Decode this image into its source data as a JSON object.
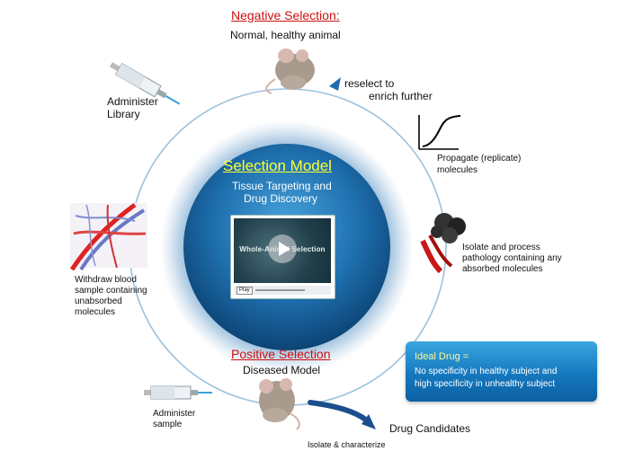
{
  "negative": {
    "title": "Negative Selection:",
    "subtitle": "Normal, healthy animal"
  },
  "reselect": {
    "line1": "reselect to",
    "line2": "enrich further"
  },
  "administer_library": {
    "line1": "Administer",
    "line2": "Library"
  },
  "propagate": {
    "line1": "Propagate (replicate)",
    "line2": "molecules"
  },
  "model": {
    "title": "Selection Model",
    "line1": "Tissue Targeting and",
    "line2": "Drug Discovery"
  },
  "video": {
    "title": "Whole-Animal Selection",
    "play_label": "Play"
  },
  "isolate": {
    "line1": "Isolate and process",
    "line2": "pathology containing any",
    "line3": "absorbed molecules"
  },
  "withdraw": {
    "line1": "Withdraw blood",
    "line2": "sample containing",
    "line3": "unabsorbed",
    "line4": "molecules"
  },
  "positive": {
    "title": "Positive Selection",
    "subtitle": "Diseased Model"
  },
  "administer_sample": {
    "line1": "Administer",
    "line2": "sample"
  },
  "drug_candidates": "Drug Candidates",
  "isolate_characterize": "Isolate & characterize",
  "ideal": {
    "title": "Ideal Drug  =",
    "line1": "No specificity in healthy subject and",
    "line2": "high specificity in unhealthy subject"
  },
  "colors": {
    "accent_red": "#cc1111",
    "ring_blue": "#9cc2dc",
    "core_blue": "#1e6fae",
    "title_yellow": "#ffff33"
  }
}
